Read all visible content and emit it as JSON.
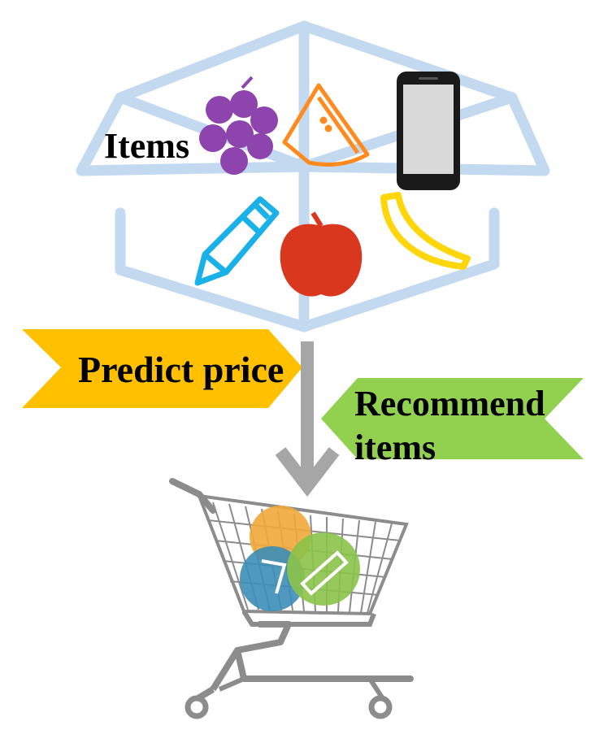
{
  "labels": {
    "items": "Items",
    "predict": "Predict price",
    "recommend_line1": "Recommend",
    "recommend_line2": "items"
  },
  "colors": {
    "box": "#c2d9ef",
    "predict_banner": "#ffc000",
    "recommend_banner": "#92d050",
    "arrow": "#a6a6a6",
    "cart": "#8c8c8c",
    "grape": "#8e44ad",
    "watermelon": "#ff8a1e",
    "phone_body": "#1a1a1a",
    "phone_screen": "#d9d9d9",
    "pencil": "#1ab0e8",
    "apple": "#d9381e",
    "banana": "#ffd60a",
    "cart_orange": "#f2a93b",
    "cart_blue": "#3c8eb8",
    "cart_green": "#8bc34a"
  },
  "icons": [
    "grapes-icon",
    "watermelon-icon",
    "smartphone-icon",
    "pencil-icon",
    "apple-icon",
    "banana-icon",
    "shopping-cart-icon",
    "down-arrow-icon"
  ]
}
